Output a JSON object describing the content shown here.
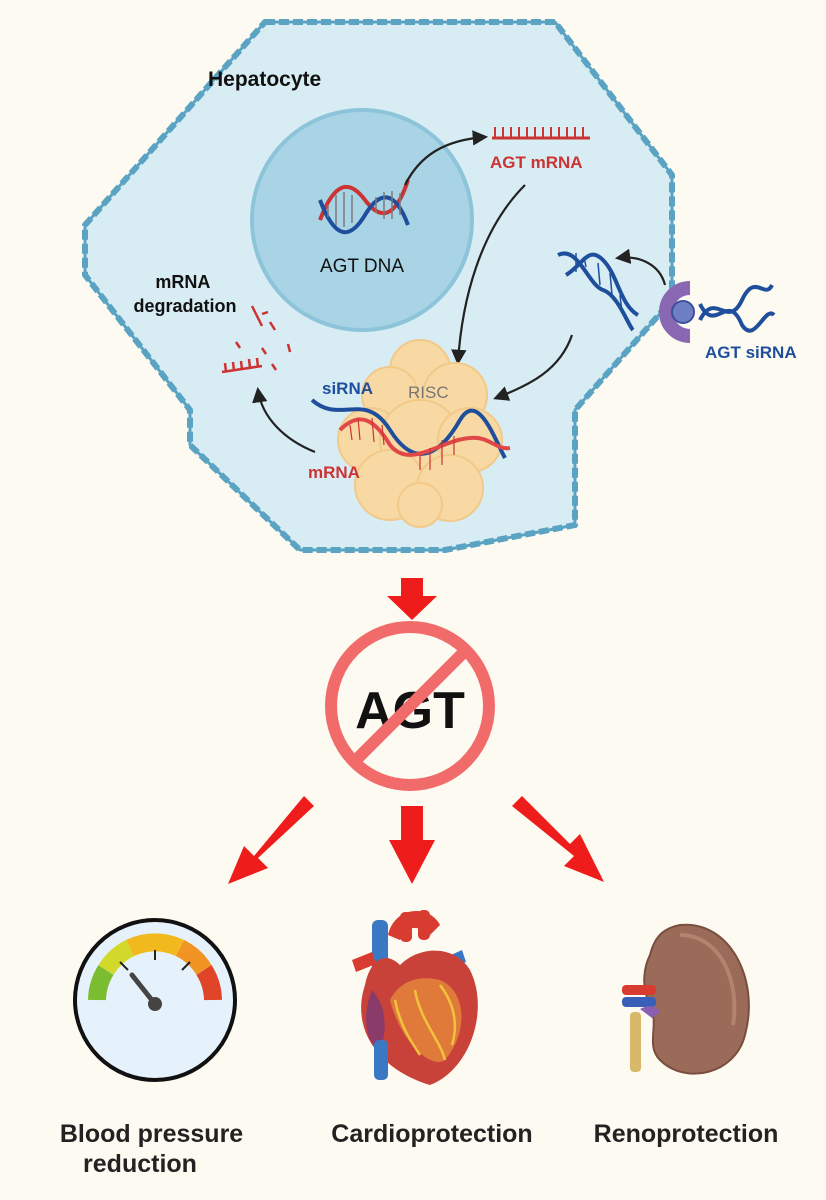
{
  "cell": {
    "title": "Hepatocyte",
    "nucleus_label": "AGT DNA",
    "mrna_label": "AGT mRNA",
    "sirna_label": "AGT siRNA",
    "degradation_label": [
      "mRNA",
      "degradation"
    ],
    "risc_label": "RISC",
    "risc_sirna_label": "siRNA",
    "risc_mrna_label": "mRNA"
  },
  "inhibition": {
    "label": "AGT"
  },
  "outcomes": [
    {
      "label": [
        "Blood pressure",
        "reduction"
      ],
      "icon": "pressure-gauge-icon"
    },
    {
      "label": [
        "Cardioprotection"
      ],
      "icon": "heart-icon"
    },
    {
      "label": [
        "Renoprotection"
      ],
      "icon": "kidney-icon"
    }
  ],
  "colors": {
    "background": "#fdfbf1",
    "cell_fill": "#d7ecf3",
    "cell_border": "#5aa3c3",
    "nucleus": "#a9d4e6",
    "rna_red": "#cc3333",
    "sirna_blue": "#1f4f9c",
    "arrow_red": "#ef1c1c",
    "no_sign": "#f26b6b"
  }
}
